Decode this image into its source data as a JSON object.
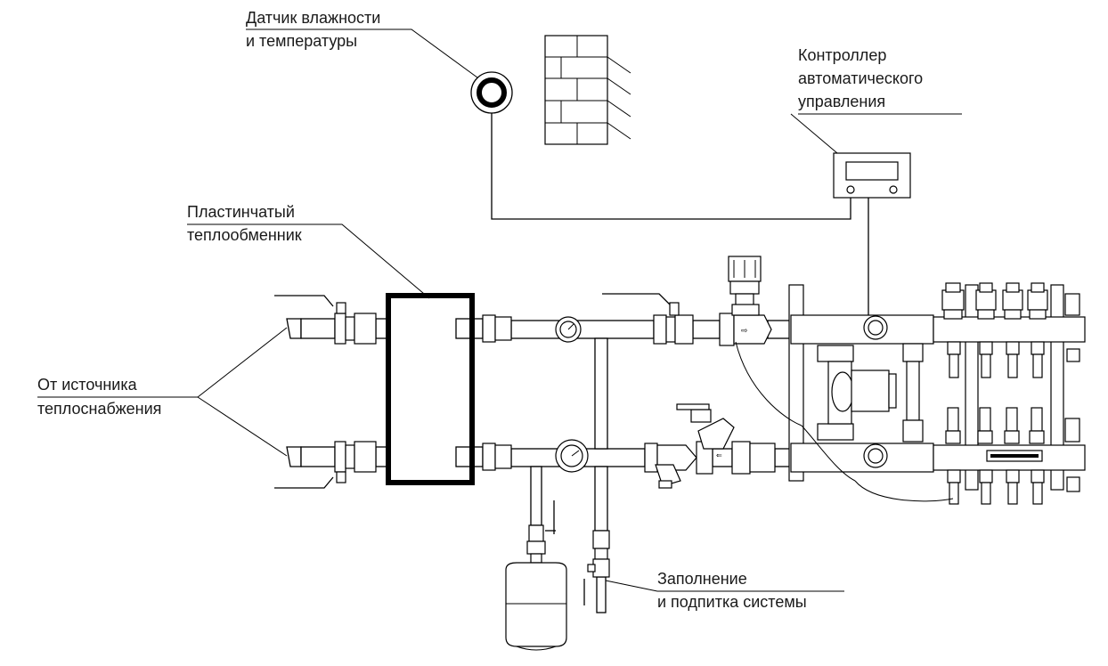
{
  "labels": {
    "sensor": [
      "Датчик влажности",
      "и температуры"
    ],
    "controller": [
      "Контроллер",
      "автоматического",
      "управления"
    ],
    "heat_exchanger": [
      "Пластинчатый",
      "теплообменник"
    ],
    "source": [
      "От источника",
      "теплоснабжения"
    ],
    "filling": [
      "Заполнение",
      "и подпитка системы"
    ]
  },
  "colors": {
    "line": "#000000",
    "background": "#ffffff",
    "text": "#1a1a1a"
  }
}
